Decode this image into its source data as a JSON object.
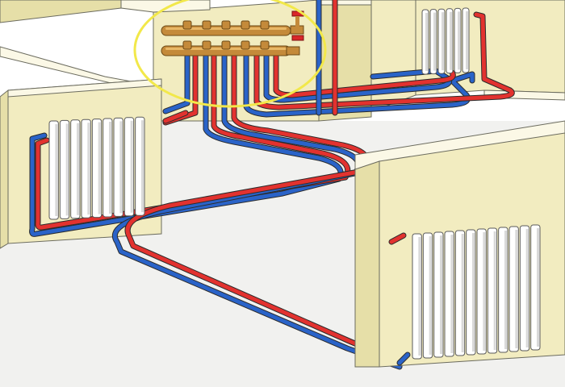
{
  "title": "",
  "colors": {
    "background": "#ffffff",
    "floor": "#f1f1ef",
    "wall_face": "#f2ecc0",
    "wall_side": "#e6dfa8",
    "wall_top": "#fbf8e6",
    "wall_outline": "#6b6b5e",
    "supply_pipe": "#e2322f",
    "return_pipe": "#2a63c8",
    "manifold_brass": "#c48a3a",
    "manifold_highlight": "#e8b766",
    "valve_red": "#d9262a",
    "highlight_circle": "#f2e84a",
    "radiator_body": "#ffffff",
    "radiator_shade": "#d9d9d9",
    "radiator_outline": "#5a5a5a"
  },
  "components": {
    "manifold": {
      "supply_outlets": 5,
      "return_outlets": 5,
      "highlighted": true
    },
    "radiators": [
      {
        "id": "radiator-left-room",
        "sections": 9
      },
      {
        "id": "radiator-right-room",
        "sections": 12
      },
      {
        "id": "radiator-back-room",
        "sections": 6
      }
    ],
    "pipe_types": [
      "supply",
      "return"
    ]
  }
}
